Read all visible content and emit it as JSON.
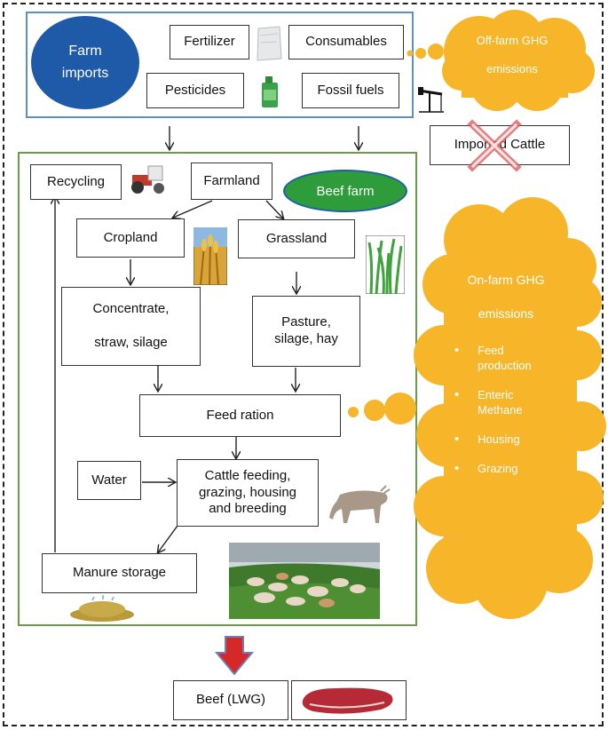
{
  "nodes": {
    "farm_imports": "Farm\nimports",
    "fertilizer": "Fertilizer",
    "consumables": "Consumables",
    "pesticides": "Pesticides",
    "fossil_fuels": "Fossil fuels",
    "offfarm_line1": "Off-farm GHG",
    "offfarm_line2": "emissions",
    "imported_cattle": "Imported Cattle",
    "recycling": "Recycling",
    "farmland": "Farmland",
    "beef_farm": "Beef farm",
    "cropland": "Cropland",
    "grassland": "Grassland",
    "concentrate": "Concentrate,\n\nstraw, silage",
    "pasture": "Pasture,\nsilage, hay",
    "feed_ration": "Feed ration",
    "water": "Water",
    "cattle_feeding": "Cattle feeding,\ngrazing, housing\nand breeding",
    "manure_storage": "Manure storage",
    "beef": "Beef (LWG)",
    "onfarm_line1": "On-farm GHG",
    "onfarm_line2": "emissions",
    "onfarm_items": [
      "Feed\nproduction",
      "Enteric\nMethane",
      "Housing",
      "Grazing"
    ]
  },
  "colors": {
    "farm_imports_fill": "#1e5aa8",
    "beef_farm_fill": "#2e9c3b",
    "cloud_fill": "#f7b52a",
    "imports_frame": "#5b8fc9",
    "farm_frame": "#6a9a4a",
    "cross": "#e06060",
    "output_arrow": "#d62828"
  },
  "icons": [
    "fertilizer-bag-icon",
    "pesticide-can-icon",
    "oil-pump-icon",
    "tractor-icon",
    "wheat-icon",
    "grass-icon",
    "cow-icon",
    "cattle-photo",
    "manure-heap-icon",
    "beef-steak-icon"
  ]
}
